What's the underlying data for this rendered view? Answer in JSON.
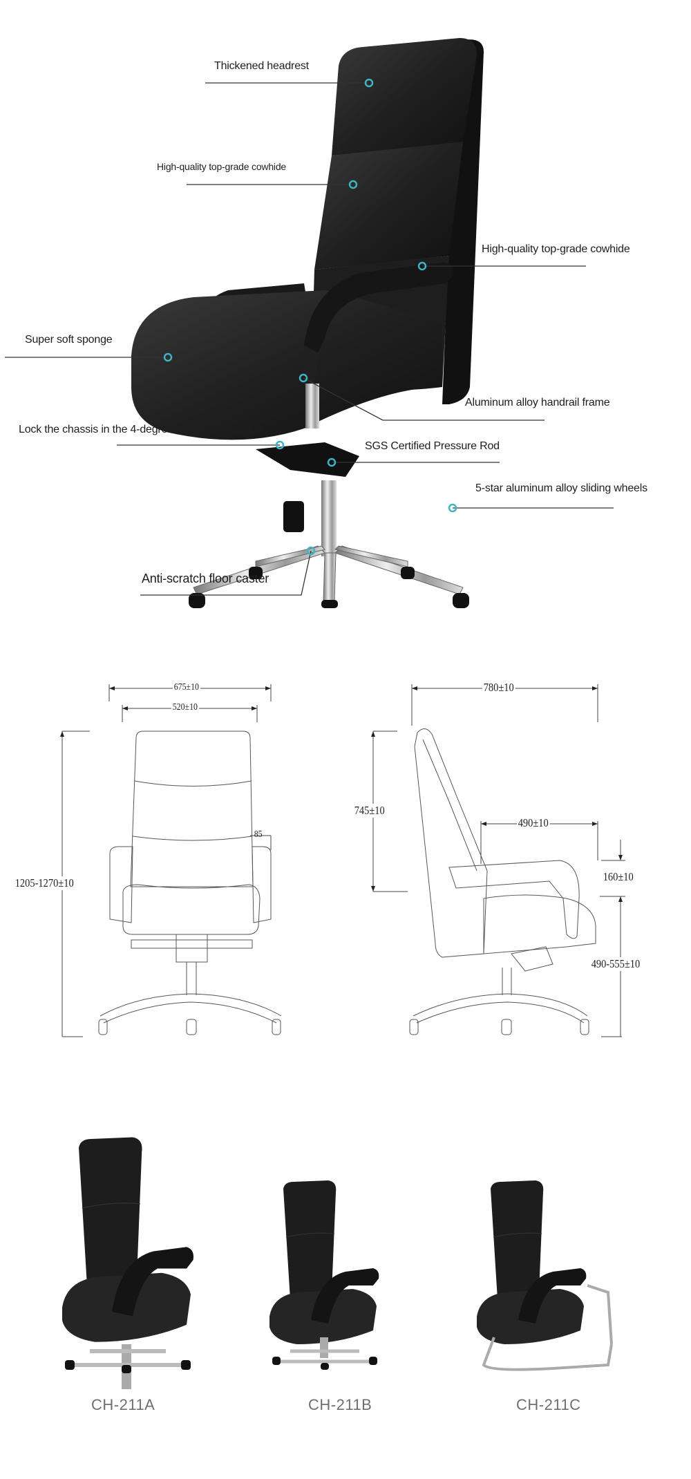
{
  "callouts": [
    {
      "id": "headrest",
      "label": "Thickened headrest"
    },
    {
      "id": "cowhide-back",
      "label": "High-quality top-grade cowhide"
    },
    {
      "id": "cowhide-arm",
      "label": "High-quality top-grade cowhide"
    },
    {
      "id": "sponge",
      "label": "Super soft sponge"
    },
    {
      "id": "handrail",
      "label": "Aluminum alloy handrail frame"
    },
    {
      "id": "chassis",
      "label": "Lock the chassis in the 4-degree backward position"
    },
    {
      "id": "rod",
      "label": "SGS Certified Pressure Rod"
    },
    {
      "id": "wheels",
      "label": "5-star aluminum alloy sliding wheels"
    },
    {
      "id": "caster",
      "label": "Anti-scratch floor caster"
    }
  ],
  "dimensions": {
    "front": {
      "overall_width": "675±10",
      "back_width": "520±10",
      "arm_offset": "85",
      "overall_height": "1205-1270±10"
    },
    "side": {
      "overall_depth": "780±10",
      "back_height": "745±10",
      "seat_depth": "490±10",
      "arm_height": "160±10",
      "seat_height": "490-555±10"
    }
  },
  "models": [
    {
      "name": "CH-211A"
    },
    {
      "name": "CH-211B"
    },
    {
      "name": "CH-211C"
    }
  ],
  "colors": {
    "accent": "#3fb3c4",
    "leather": "#1c1c1c",
    "line": "#333333",
    "model_text": "#6f6f6f"
  }
}
